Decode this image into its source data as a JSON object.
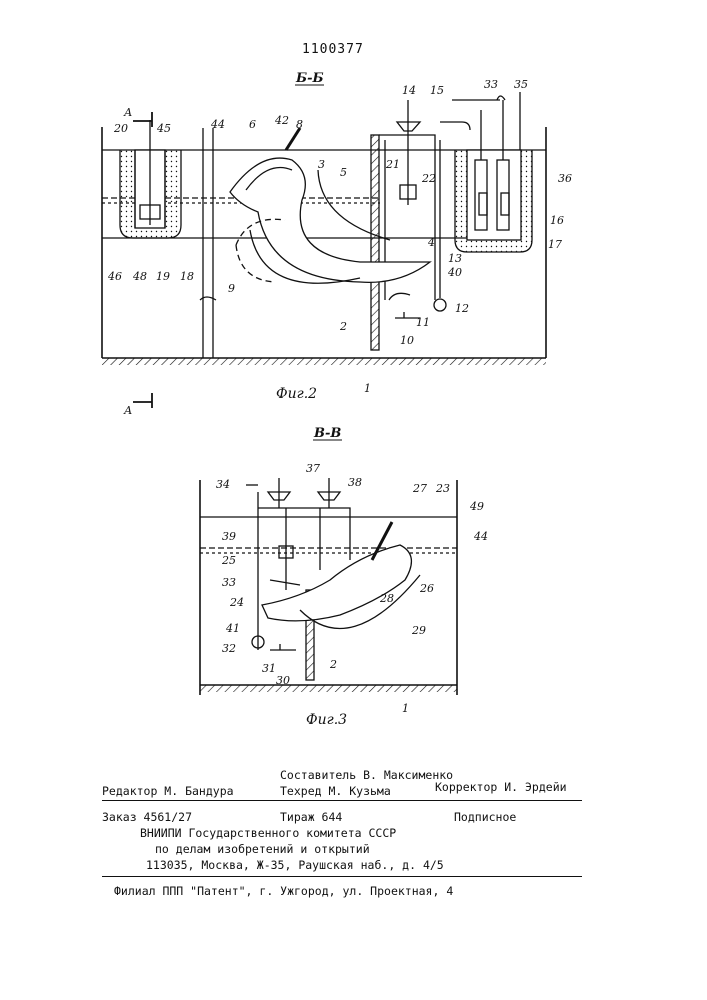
{
  "patent_number": "1100377",
  "figure2": {
    "section_label": "Б-Б",
    "caption": "Фиг.2",
    "cut_label": "А",
    "callouts": {
      "n1": "1",
      "n2": "2",
      "n3": "3",
      "n4": "4",
      "n5": "5",
      "n6": "6",
      "n8": "8",
      "n9": "9",
      "n10": "10",
      "n11": "11",
      "n12": "12",
      "n13": "13",
      "n14": "14",
      "n15": "15",
      "n16": "16",
      "n17": "17",
      "n18": "18",
      "n19": "19",
      "n20": "20",
      "n21": "21",
      "n22": "22",
      "n33": "33",
      "n35": "35",
      "n36": "36",
      "n40": "40",
      "n42": "42",
      "n44": "44",
      "n45": "45",
      "n46": "46",
      "n48": "48"
    }
  },
  "figure3": {
    "section_label": "В-В",
    "caption": "Фиг.3",
    "callouts": {
      "n1": "1",
      "n2": "2",
      "n23": "23",
      "n24": "24",
      "n25": "25",
      "n26": "26",
      "n27": "27",
      "n28": "28",
      "n29": "29",
      "n30": "30",
      "n31": "31",
      "n32": "32",
      "n33": "33",
      "n34": "34",
      "n37": "37",
      "n38": "38",
      "n39": "39",
      "n41": "41",
      "n44": "44",
      "n49": "49"
    }
  },
  "imprint": {
    "compiler": "Составитель В. Максименко",
    "editor": "Редактор М. Бандура",
    "techred": "Техред М. Кузьма",
    "corrector": "Корректор И. Эрдейи",
    "order": "Заказ 4561/27",
    "circulation": "Тираж 644",
    "subscription": "Подписное",
    "org_line1": "ВНИИПИ Государственного комитета СССР",
    "org_line2": "по делам изобретений и открытий",
    "org_line3": "113035, Москва, Ж-35, Раушская наб., д. 4/5",
    "branch": "Филиал ППП \"Патент\", г. Ужгород, ул. Проектная, 4"
  }
}
